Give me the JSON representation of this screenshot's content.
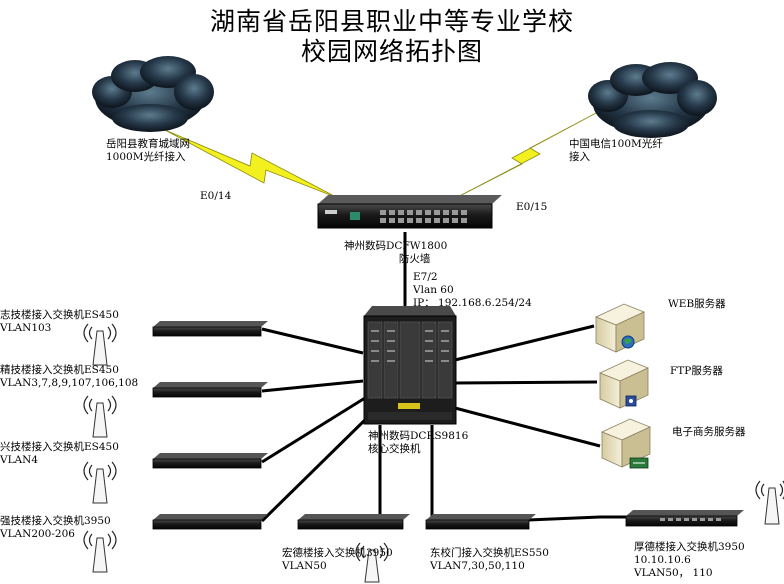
{
  "title": {
    "line1": "湖南省岳阳县职业中等专业学校",
    "line2": "校园网络拓扑图"
  },
  "colors": {
    "cloud": "#16232f",
    "lightning": "#f3f020",
    "device": "#1b1b1b",
    "server_body": "#e9e2bf",
    "link": "#000000"
  },
  "wan": {
    "left_cloud": {
      "icon": "cloud-icon",
      "line1": "岳阳县教育城域网",
      "line2": "1000M光纤接入"
    },
    "right_cloud": {
      "icon": "cloud-icon",
      "line1": "中国电信100M光纤",
      "line2": "接入"
    },
    "left_port": "E0/14",
    "right_port": "E0/15"
  },
  "firewall": {
    "icon": "firewall-icon",
    "line1": "神州数码DCFW1800",
    "line2": "防火墙"
  },
  "uplink": {
    "line1": "E7/2",
    "line2": "Vlan 60",
    "line3": "IP： 192.168.6.254/24"
  },
  "core": {
    "icon": "core-switch-icon",
    "line1": "神州数码DCRS9816",
    "line2": "核心交换机"
  },
  "servers": [
    {
      "icon": "server-icon",
      "label": "WEB服务器"
    },
    {
      "icon": "server-icon",
      "label": "FTP服务器"
    },
    {
      "icon": "server-icon",
      "label": "电子商务服务器"
    }
  ],
  "access_switches": [
    {
      "icon": "access-switch-icon",
      "line1": "志技楼接入交换机ES450",
      "line2": "VLAN103"
    },
    {
      "icon": "access-switch-icon",
      "line1": "精技楼接入交换机ES450",
      "line2": "VLAN3,7,8,9,107,106,108"
    },
    {
      "icon": "access-switch-icon",
      "line1": "兴技楼接入交换机ES450",
      "line2": "VLAN4"
    },
    {
      "icon": "access-switch-icon",
      "line1": "强技楼接入交换机3950",
      "line2": "VLAN200-206"
    },
    {
      "icon": "access-switch-icon",
      "line1": "宏德楼接入交换机3950",
      "line2": "VLAN50"
    },
    {
      "icon": "access-switch-icon",
      "line1": "东校门接入交换机ES550",
      "line2": "VLAN7,30,50,110"
    },
    {
      "icon": "access-switch-icon",
      "line1": "厚德楼接入交换机3950",
      "line2": "10.10.10.6",
      "line3": "VLAN50， 110"
    }
  ]
}
